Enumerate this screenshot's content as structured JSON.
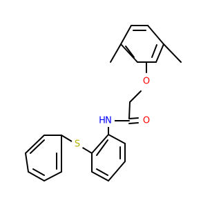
{
  "molecule": {
    "atoms": {
      "oxygen_ether": {
        "symbol": "O"
      },
      "oxygen_carbonyl": {
        "symbol": "O"
      },
      "nitrogen_amide": {
        "symbol": "N"
      },
      "hydrogen_amide": {
        "symbol": "H"
      },
      "sulfur_thioether": {
        "symbol": "S"
      }
    }
  },
  "colors": {
    "bond": "#000000",
    "oxygen": "#ff0000",
    "nitrogen": "#0000ff",
    "sulfur": "#b2b200",
    "background": "#ffffff"
  }
}
